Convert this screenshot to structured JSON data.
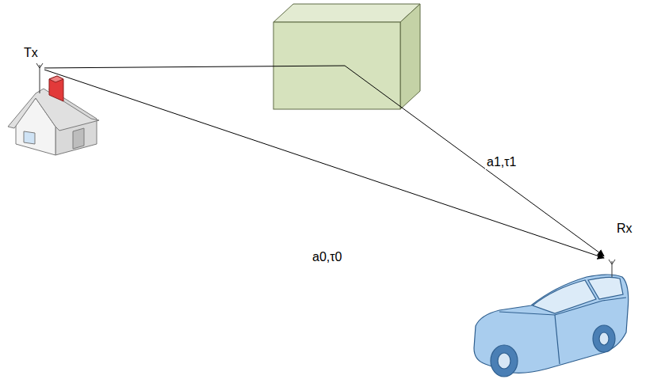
{
  "diagram": {
    "nodes": [
      {
        "text": [
          "Tx"
        ]
      },
      {
        "text": [
          "Rx"
        ]
      }
    ],
    "edges": [
      {
        "from": 0,
        "to": 1,
        "arrow": "to",
        "label": "a0,τ0"
      },
      {
        "from": 0,
        "to": 1,
        "arrow": "to",
        "label": "a1,τ1"
      }
    ]
  }
}
